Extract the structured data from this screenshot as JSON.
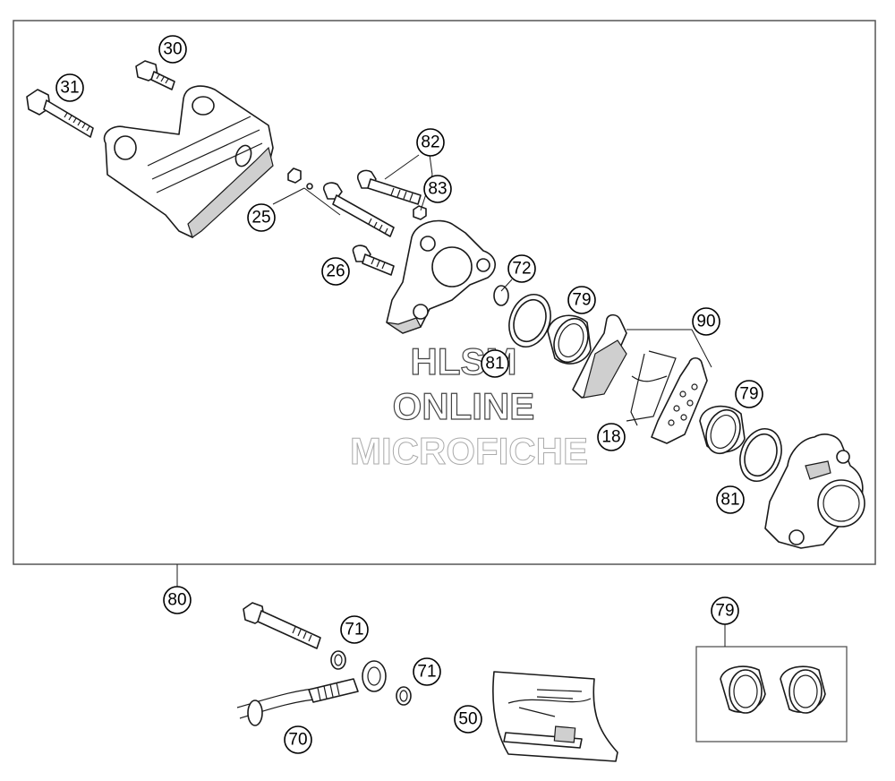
{
  "callouts": {
    "c30": "30",
    "c31": "31",
    "c82": "82",
    "c83": "83",
    "c25": "25",
    "c26": "26",
    "c72": "72",
    "c79a": "79",
    "c90": "90",
    "c81a": "81",
    "c18": "18",
    "c79b": "79",
    "c81b": "81",
    "c80": "80",
    "c71a": "71",
    "c71b": "71",
    "c70": "70",
    "c50": "50",
    "c79c": "79"
  },
  "watermark": {
    "line1": "HLSM",
    "line2": "ONLINE",
    "line3": "MICROFICHE"
  },
  "colors": {
    "line": "#1a1a1a",
    "frame": "#555555",
    "callout_fill": "#ffffff"
  }
}
